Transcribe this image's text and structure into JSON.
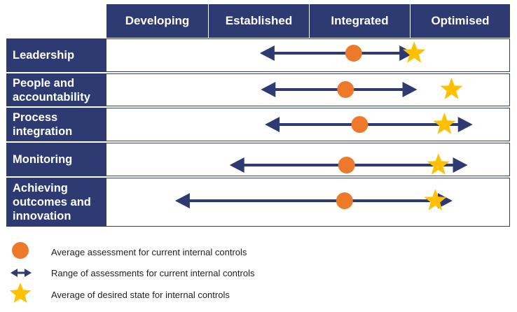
{
  "chart_data": {
    "type": "range-dot",
    "columns": [
      "Developing",
      "Established",
      "Integrated",
      "Optimised"
    ],
    "scale_note": "position measured in column units from left edge of Developing column (0) to right edge of Optimised column (4)",
    "rows": [
      {
        "label": "Leadership",
        "range": [
          1.52,
          3.05
        ],
        "current": 2.45,
        "desired": 3.05
      },
      {
        "label": "People and accountability",
        "range": [
          1.53,
          3.08
        ],
        "current": 2.37,
        "desired": 3.42
      },
      {
        "label": "Process integration",
        "range": [
          1.57,
          3.63
        ],
        "current": 2.51,
        "desired": 3.35
      },
      {
        "label": "Monitoring",
        "range": [
          1.22,
          3.58
        ],
        "current": 2.38,
        "desired": 3.29
      },
      {
        "label": "Achieving outcomes and innovation",
        "range": [
          0.68,
          3.43
        ],
        "current": 2.36,
        "desired": 3.26
      }
    ],
    "colors": {
      "header": "#2e3a72",
      "arrow": "#2e3a72",
      "current": "#ec7a2a",
      "desired": "#ffc000"
    }
  },
  "legend": [
    {
      "icon": "circle",
      "text": "Average assessment  for current internal controls"
    },
    {
      "icon": "double-arrow",
      "text": "Range of assessments  for current internal controls"
    },
    {
      "icon": "star",
      "text": "Average  of desired state for internal controls"
    }
  ]
}
